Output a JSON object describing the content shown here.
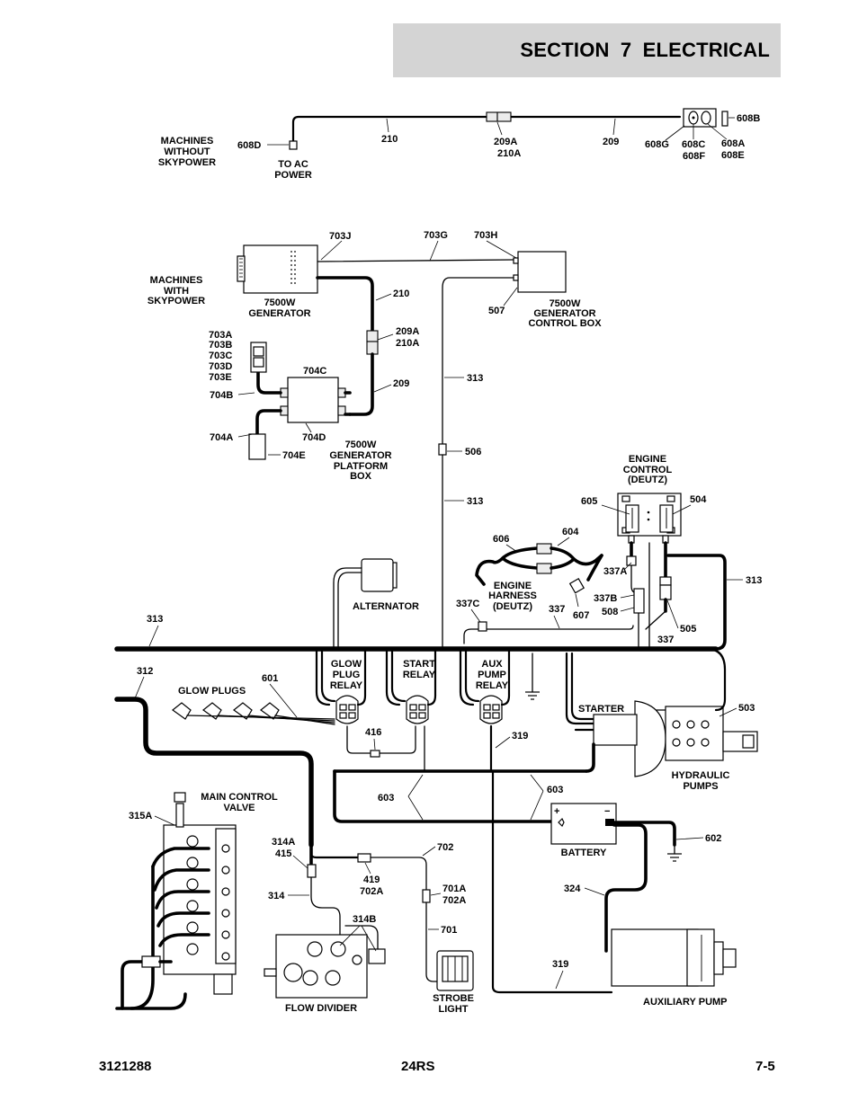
{
  "header": {
    "section": "SECTION 7   ELECTRICAL"
  },
  "footer": {
    "doc_number": "3121288",
    "model": "24RS",
    "page": "7-5"
  },
  "labels": {
    "machines_without_skypower": [
      "MACHINES",
      "WITHOUT",
      "SKYPOWER"
    ],
    "w608d": "608D",
    "to_ac_power": [
      "TO AC",
      "POWER"
    ],
    "w210_top": "210",
    "w209a_top": "209A",
    "w210a_top": "210A",
    "w209_top": "209",
    "w608g": "608G",
    "w608c": "608C",
    "w608f": "608F",
    "w608a": "608A",
    "w608e": "608E",
    "w608b": "608B",
    "machines_with_skypower": [
      "MACHINES",
      "WITH",
      "SKYPOWER"
    ],
    "w703j": "703J",
    "w703g": "703G",
    "w703h": "703H",
    "generator": [
      "7500W",
      "GENERATOR"
    ],
    "w210_mid": "210",
    "w507": "507",
    "gen_control_box": [
      "7500W",
      "GENERATOR",
      "CONTROL BOX"
    ],
    "w209a_mid": "209A",
    "w210a_mid": "210A",
    "w703a_e": [
      "703A",
      "703B",
      "703C",
      "703D",
      "703E"
    ],
    "w704c": "704C",
    "w209_mid": "209",
    "w313_a": "313",
    "w704b": "704B",
    "w704a": "704A",
    "w704d": "704D",
    "w704e": "704E",
    "gen_platform_box": [
      "7500W",
      "GENERATOR",
      "PLATFORM",
      "BOX"
    ],
    "w506": "506",
    "w313_b": "313",
    "engine_control": [
      "ENGINE",
      "CONTROL",
      "(DEUTZ)"
    ],
    "w605": "605",
    "w504": "504",
    "w606": "606",
    "w604": "604",
    "w337a": "337A",
    "w313_c": "313",
    "engine_harness": [
      "ENGINE",
      "HARNESS",
      "(DEUTZ)"
    ],
    "w337b": "337B",
    "w508": "508",
    "w607": "607",
    "w337c": "337C",
    "w337": "337",
    "w505": "505",
    "w337_b": "337",
    "alternator": "ALTERNATOR",
    "w313_d": "313",
    "w312": "312",
    "glow_plugs": "GLOW PLUGS",
    "w601": "601",
    "glow_plug_relay": [
      "GLOW",
      "PLUG",
      "RELAY"
    ],
    "start_relay": [
      "START",
      "RELAY"
    ],
    "aux_pump_relay": [
      "AUX",
      "PUMP",
      "RELAY"
    ],
    "starter": "STARTER",
    "w503": "503",
    "w416": "416",
    "w319_a": "319",
    "hydraulic_pumps": [
      "HYDRAULIC",
      "PUMPS"
    ],
    "w603_a": "603",
    "w603_b": "603",
    "main_control_valve": [
      "MAIN CONTROL",
      "VALVE"
    ],
    "w315a": "315A",
    "battery": "BATTERY",
    "battery_plus": "+",
    "battery_minus": "−",
    "w602": "602",
    "w314a": "314A",
    "w415": "415",
    "w702": "702",
    "w419": "419",
    "w702a": "702A",
    "w701a": "701A",
    "w702a_b": "702A",
    "w314": "314",
    "w314b": "314B",
    "w701": "701",
    "w324": "324",
    "w319_b": "319",
    "flow_divider": "FLOW DIVIDER",
    "strobe_light": [
      "STROBE",
      "LIGHT"
    ],
    "auxiliary_pump": "AUXILIARY PUMP"
  }
}
